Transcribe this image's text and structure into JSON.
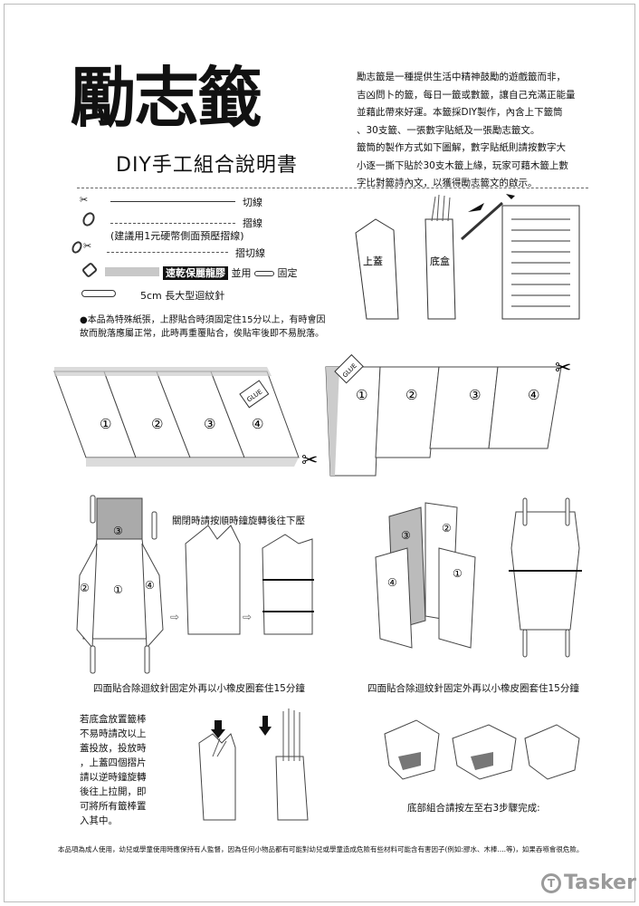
{
  "header": {
    "title": "勵志籤",
    "subtitle": "DIY手工組合說明書"
  },
  "intro": [
    "勵志籤是一種提供生活中精神鼓勵的遊戲籤而非，",
    "吉凶問卜的籤，每日一籤或數籤，讓自己充滿正能量",
    "並藉此帶來好運。本籤採DIY製作，內含上下籤筒",
    "、30支籤、一張數字貼紙及一張勵志籤文。",
    "籤筒的製作方式如下圖解，數字貼紙則請按數字大",
    "小逐一撕下貼於30支木籤上緣，玩家可藉木籤上數",
    "字比對籤詩內文，以獲得勵志籤文的啟示。"
  ],
  "legend": {
    "cut": "切線",
    "fold": "摺線",
    "fold_hint": "(建議用1元硬幣側面預壓摺線)",
    "fold_cut": "摺切線",
    "glue_label": "速乾保麗龍膠",
    "glue_with": "並用",
    "glue_fix": "固定",
    "clip": "5cm 長大型迴紋針"
  },
  "note": [
    "●本品為特殊紙張，上膠貼合時須固定住15分以上，有時會因",
    "故而脫落應屬正常，此時再重覆貼合，俟貼牢後即不易脫落。"
  ],
  "diagram_labels": {
    "lid": "上蓋",
    "box": "底盒",
    "glue": "GLUE",
    "n1": "①",
    "n2": "②",
    "n3": "③",
    "n4": "④"
  },
  "captions": {
    "close_hint": "關閉時請按順時鐘旋轉後往下壓",
    "step_left": "四面貼合除迴紋針固定外再以小橡皮圈套住15分鐘",
    "step_right": "四面貼合除迴紋針固定外再以小橡皮圈套住15分鐘",
    "bottom": "底部組合請按左至右3步驟完成:"
  },
  "side_note": [
    "若底盒放置籤棒",
    "不易時請改以上",
    "蓋投放，投放時",
    "，上蓋四個摺片",
    "請以逆時鐘旋轉",
    "後往上拉開，即",
    "可將所有籤棒置",
    "入其中。"
  ],
  "footer": "本品項為成人使用，幼兒或學童使用時應保持有人監督，因為任何小物品都有可能對幼兒或學童造成危險有些材料可能含有害因子(例如:膠水、木棒....等)，如果吞嚥會很危險。",
  "logo": {
    "text": "Tasker",
    "mark": "T"
  }
}
